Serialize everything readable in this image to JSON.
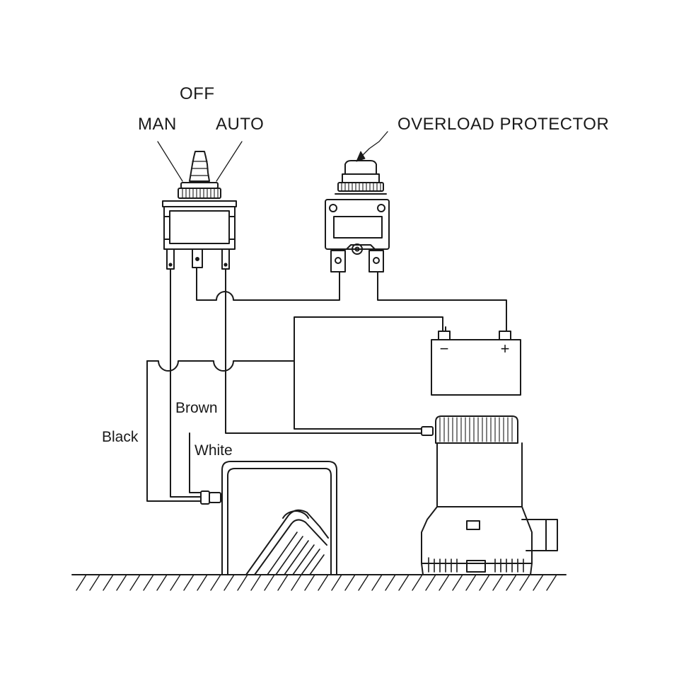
{
  "switch": {
    "off_label": "OFF",
    "man_label": "MAN",
    "auto_label": "AUTO"
  },
  "breaker": {
    "label": "OVERLOAD PROTECTOR"
  },
  "battery": {
    "negative_label": "−",
    "positive_label": "+"
  },
  "wires": {
    "black_label": "Black",
    "brown_label": "Brown",
    "white_label": "White"
  },
  "colors": {
    "line": "#1a1a1a",
    "background": "#ffffff"
  },
  "icons": {
    "switch": "toggle-switch-icon",
    "breaker": "circuit-breaker-icon",
    "battery": "battery-icon",
    "float_switch": "float-switch-icon",
    "pump": "bilge-pump-icon",
    "ground": "ground-hatch-icon"
  }
}
